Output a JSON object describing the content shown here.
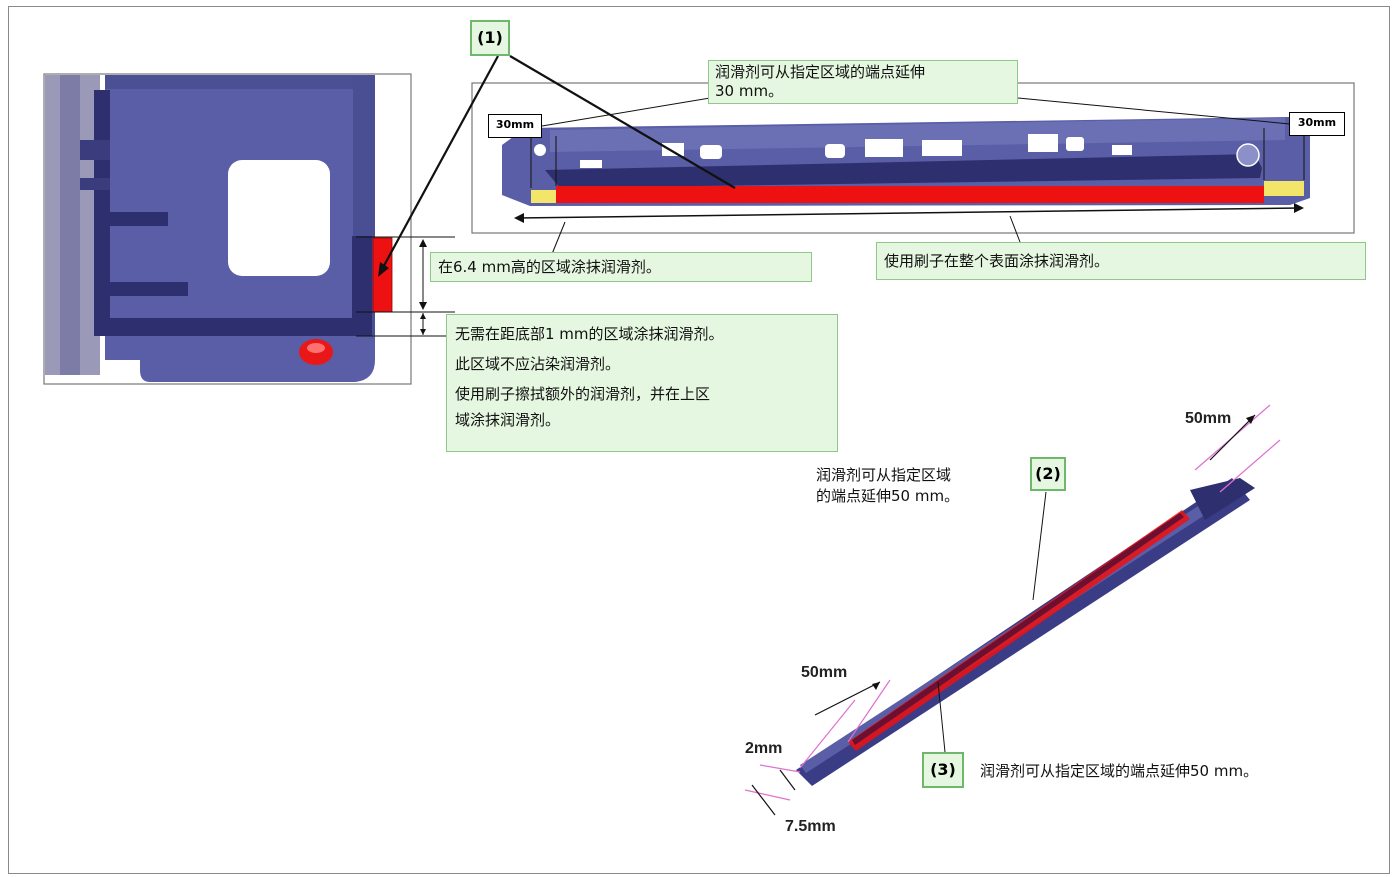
{
  "labels": {
    "tag1": "(1)",
    "tag2": "(2)",
    "tag3": "(3)",
    "top_note_line1": "润滑剂可从指定区域的端点延伸",
    "top_note_line2": "30 mm。",
    "dim_30_left": "30mm",
    "dim_30_right": "30mm",
    "apply_6_4": "在6.4 mm高的区域涂抹润滑剂。",
    "brush_whole": "使用刷子在整个表面涂抹润滑剂。",
    "note_lines": [
      "无需在距底部1 mm的区域涂抹润滑剂。",
      "此区域不应沾染润滑剂。",
      "使用刷子擦拭额外的润滑剂，并在上区",
      "域涂抹润滑剂。"
    ],
    "extend50_line1": "润滑剂可从指定区域",
    "extend50_line2": "的端点延伸50 mm。",
    "extend50_single": "润滑剂可从指定区域的端点延伸50 mm。",
    "dim_50_top": "50mm",
    "dim_50_bottom": "50mm",
    "dim_2": "2mm",
    "dim_7_5": "7.5mm"
  },
  "colors": {
    "callout_bg": "#e6f7e1",
    "callout_border": "#8fc98a",
    "part_blue": "#5a5ea6",
    "part_dark": "#2e2f6e",
    "lube_red": "#ee1111",
    "yellow_zone": "#f3e56a",
    "dim_pink": "#e070d0"
  }
}
